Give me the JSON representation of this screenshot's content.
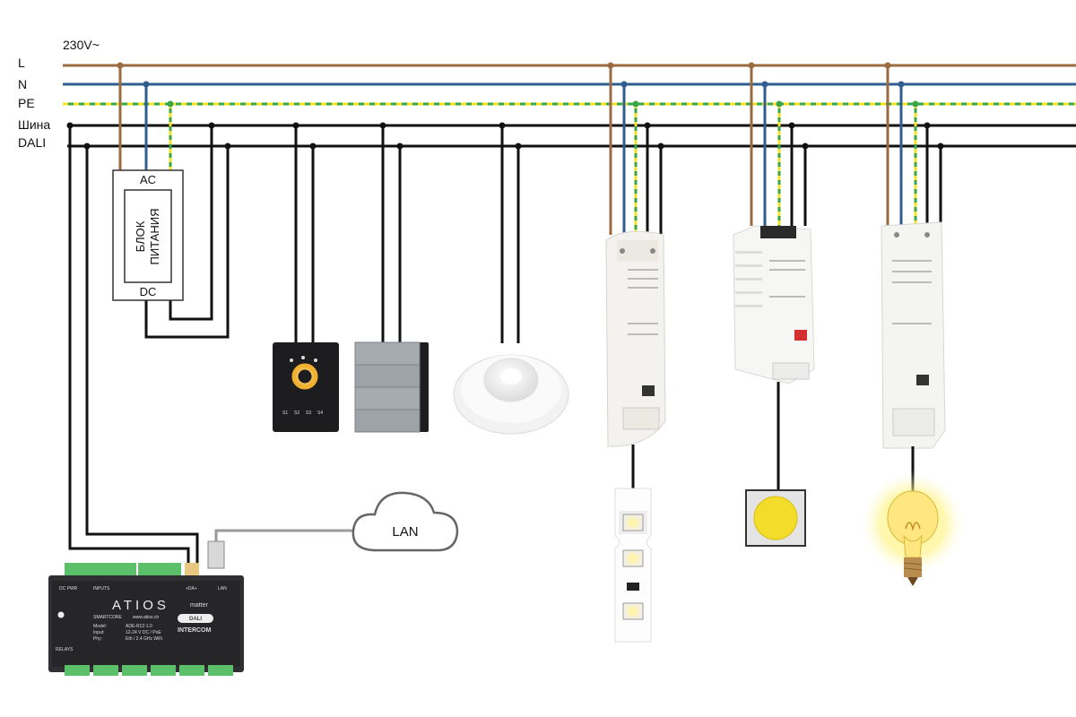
{
  "header": {
    "voltage": "230V~"
  },
  "buses": {
    "L": "L",
    "N": "N",
    "PE": "PE",
    "dali_1": "Шина",
    "dali_2": "DALI"
  },
  "psu": {
    "ac": "AC",
    "title_1": "БЛОК",
    "title_2": "ПИТАНИЯ",
    "dc": "DC"
  },
  "cloud": {
    "label": "LAN"
  },
  "controller": {
    "brand": "ATIOS",
    "sub": "SMARTCORE",
    "site": "www.atios.ch",
    "matter": "matter",
    "dali_badge": "DALI",
    "intercom": "INTERCOM",
    "model_key": "Model:",
    "model_val": "ADE-R12-1.0",
    "input_key": "Input:",
    "input_val": "12-24 V DC / PoE",
    "phy_key": "Phy:",
    "phy_val": "Eth / 2.4 GHz WiFi",
    "dc_pwr": "DC PWR",
    "inputs": "INPUTS",
    "da": "+DA+",
    "lan": "LAN",
    "relays": "RELAYS"
  },
  "wall_panel": {
    "btn1": "S1",
    "btn2": "S2",
    "btn3": "S3",
    "btn4": "S4"
  },
  "colors": {
    "L": "#9b6b3f",
    "N": "#2f5d8f",
    "PE_green": "#3aa645",
    "PE_yellow": "#f2e224",
    "dali": "#111111",
    "lan": "#9a9a9a",
    "bulb_glow": "#fff27a"
  }
}
